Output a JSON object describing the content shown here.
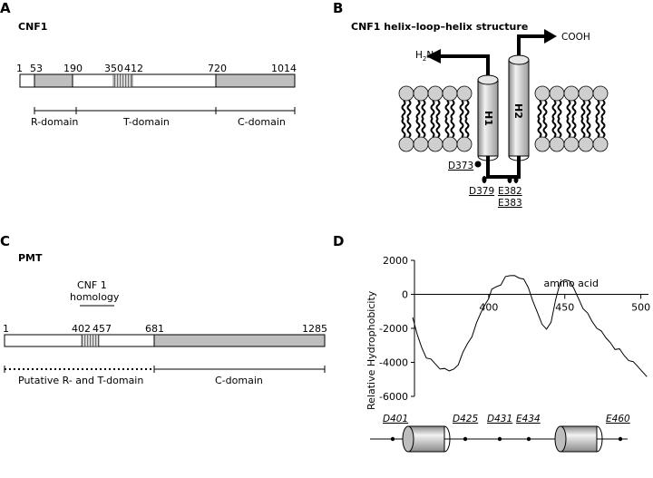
{
  "panels": {
    "a": {
      "letter": "A",
      "title": "CNF1",
      "positions": [
        "1",
        "53",
        "190",
        "350",
        "412",
        "720",
        "1014"
      ],
      "domains": [
        "R-domain",
        "T-domain",
        "C-domain"
      ]
    },
    "b": {
      "letter": "B",
      "title": "CNF1 helix–loop–helix structure",
      "helices": [
        "H1",
        "H2"
      ],
      "n_term_main": "H",
      "n_term_sub": "2",
      "n_term_end": "N",
      "c_terminus": "COOH",
      "residues": [
        "D373",
        "D379",
        "E382",
        "E383"
      ]
    },
    "c": {
      "letter": "C",
      "title": "PMT",
      "homology_label": [
        "CNF 1",
        "homology"
      ],
      "positions": [
        "1",
        "402",
        "457",
        "681",
        "1285"
      ],
      "domains": [
        "Putative R- and T-domain",
        "C-domain"
      ]
    },
    "d": {
      "letter": "D",
      "residues": [
        "D401",
        "D425",
        "D431",
        "E434",
        "E460"
      ]
    }
  },
  "chart_data": {
    "type": "line",
    "xlabel": "amino acid",
    "ylabel": "Relative Hydrophobicity",
    "xlim": [
      350,
      505
    ],
    "ylim": [
      -6000,
      2000
    ],
    "xticks": [
      400,
      450,
      500
    ],
    "yticks": [
      2000,
      0,
      -2000,
      -4000,
      -6000
    ],
    "series": [
      {
        "x": [
          350,
          353,
          356,
          359,
          362,
          365,
          368,
          371,
          374,
          377,
          380,
          383,
          386,
          389,
          392,
          395,
          398,
          400,
          402,
          405,
          408,
          411,
          414,
          417,
          420,
          423,
          426,
          429,
          432,
          435,
          438,
          441,
          444,
          447,
          450,
          453,
          456,
          459,
          462,
          465,
          468,
          471,
          474,
          477,
          480,
          483,
          486,
          489,
          492,
          495,
          498,
          501,
          504
        ],
        "y": [
          -1500,
          -2400,
          -3100,
          -3600,
          -3900,
          -4100,
          -4300,
          -4500,
          -4550,
          -4350,
          -4000,
          -3500,
          -2900,
          -2400,
          -1800,
          -1100,
          -500,
          -100,
          200,
          450,
          650,
          900,
          1050,
          1150,
          1100,
          800,
          400,
          -300,
          -1200,
          -1800,
          -2000,
          -1500,
          -400,
          700,
          950,
          650,
          300,
          -200,
          -700,
          -1200,
          -1600,
          -1900,
          -2300,
          -2600,
          -2800,
          -3100,
          -3300,
          -3600,
          -3800,
          -4100,
          -4300,
          -4500,
          -4700
        ]
      }
    ]
  }
}
